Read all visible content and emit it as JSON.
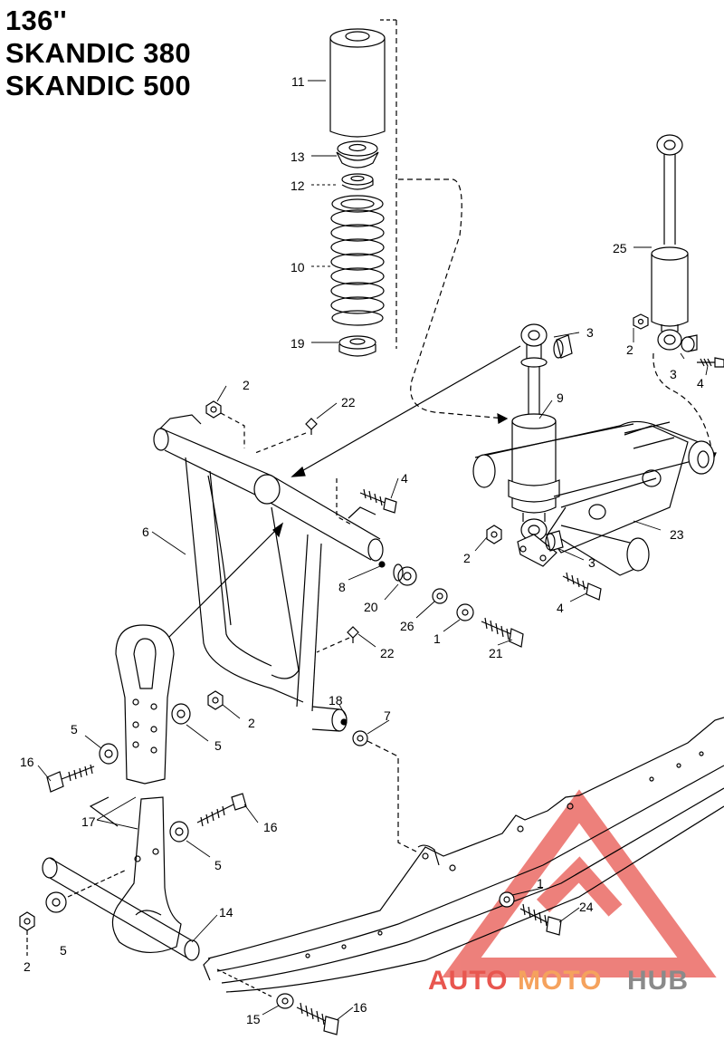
{
  "title": {
    "line1": "136''",
    "line2": "SKANDIC 380",
    "line3": "SKANDIC 500"
  },
  "callouts": {
    "c11": "11",
    "c13": "13",
    "c12": "12",
    "c10": "10",
    "c19": "19",
    "c25": "25",
    "c3a": "3",
    "c2a": "2",
    "c3b": "3",
    "c4a": "4",
    "c2b": "2",
    "c22a": "22",
    "c9": "9",
    "c4b": "4",
    "c6": "6",
    "c23": "23",
    "c2c": "2",
    "c3c": "3",
    "c8": "8",
    "c20": "20",
    "c4c": "4",
    "c26": "26",
    "c1a": "1",
    "c21": "21",
    "c22b": "22",
    "c18": "18",
    "c7": "7",
    "c2d": "2",
    "c5a": "5",
    "c5b": "5",
    "c16a": "16",
    "c17": "17",
    "c16b": "16",
    "c5c": "5",
    "c14": "14",
    "c5d": "5",
    "c2e": "2",
    "c1b": "1",
    "c24": "24",
    "c15": "15",
    "c16c": "16"
  },
  "watermark": {
    "part1": "AUTO",
    "part2": "MOTO",
    "part3": "HUB",
    "color_red": "#e8564f",
    "color_orange": "#f5a25d",
    "color_gray": "#8a8a8a"
  }
}
